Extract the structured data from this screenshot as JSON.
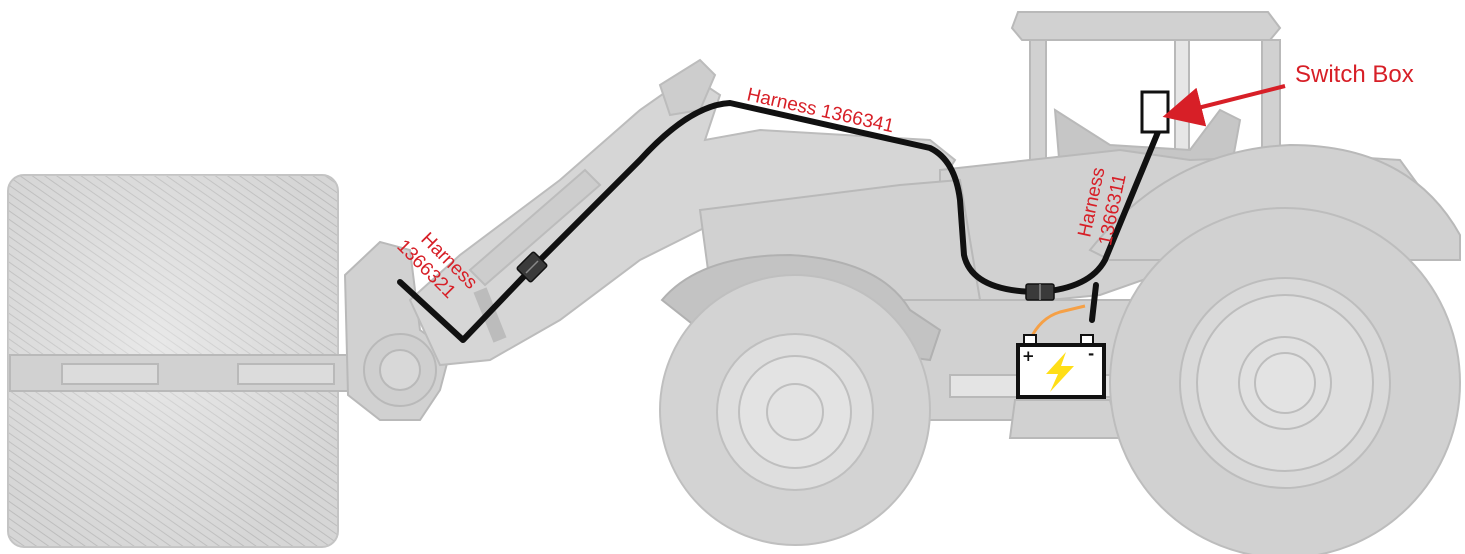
{
  "labels": {
    "switch_box": "Switch Box",
    "harness_1366341": "Harness 1366341",
    "harness_1366311_line1": "Harness",
    "harness_1366311_line2": "1366311",
    "harness_1366321_line1": "Harness",
    "harness_1366321_line2": "1366321"
  },
  "battery": {
    "plus": "+",
    "minus": "-"
  },
  "colors": {
    "label_red": "#d71f27",
    "tractor_gray": "#d1d1d1",
    "tractor_outline": "#b9b9b9",
    "harness_black": "#111111",
    "power_wire_orange": "#f5a046",
    "bolt_yellow": "#ffde17"
  },
  "icons": {
    "battery": "battery-icon",
    "bolt": "lightning-bolt-icon",
    "connector": "harness-connector-icon",
    "arrow": "red-arrow-icon"
  }
}
